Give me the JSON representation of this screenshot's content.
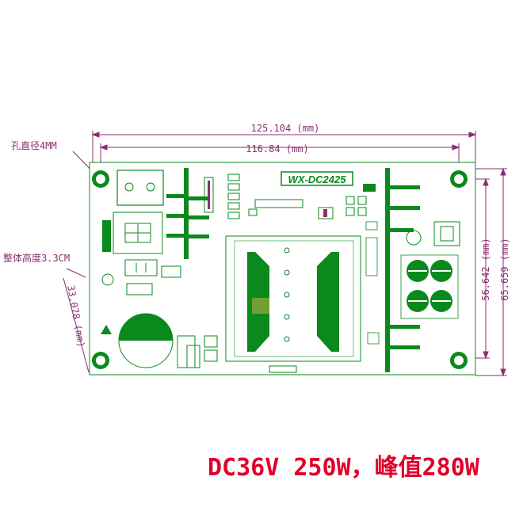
{
  "dimensions": {
    "outer_width": "125.104 (mm)",
    "inner_width": "116.84 (mm)",
    "inner_height": "56.642 (mm)",
    "outer_height": "65.659 (mm)",
    "corner_offset": "33.078 (mm)"
  },
  "notes": {
    "hole_diameter": "孔直径4MM",
    "overall_height": "整体高度3.3CM"
  },
  "board": {
    "model_label": "WX-DC2425"
  },
  "caption": "DC36V 250W，峰值280W",
  "colors": {
    "trace": "#0a8a1c",
    "dimension": "#8a2f6e",
    "caption": "#e0002a"
  }
}
